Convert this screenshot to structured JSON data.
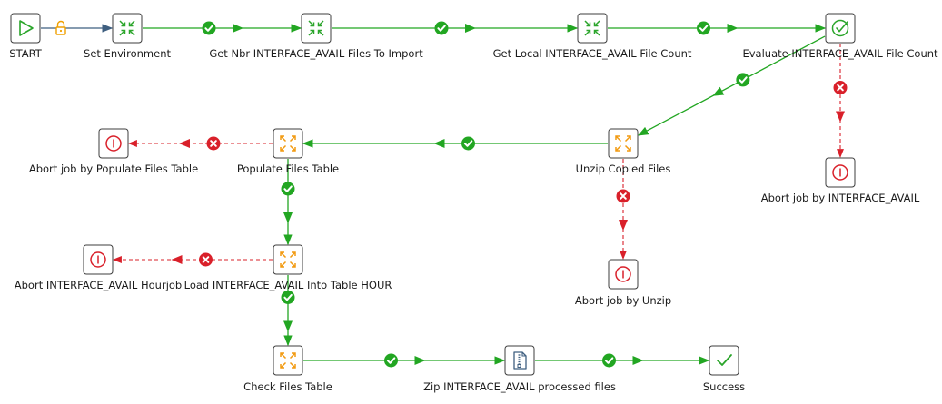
{
  "colors": {
    "success": "#22a622",
    "failure": "#d9202a",
    "unconditional": "#3f5f80",
    "lock": "#f0a000",
    "entry": "#2aa52a",
    "job": "#f29a10",
    "abort": "#d9202a",
    "zip": "#3f5f80"
  },
  "nodes": [
    {
      "id": "start",
      "icon": "start-icon",
      "label": "START"
    },
    {
      "id": "setenv",
      "icon": "job-icon",
      "label": "Set Environment"
    },
    {
      "id": "getnbr",
      "icon": "job-icon",
      "label": "Get Nbr INTERFACE_AVAIL Files To Import"
    },
    {
      "id": "getlocal",
      "icon": "job-icon",
      "label": "Get Local INTERFACE_AVAIL File Count"
    },
    {
      "id": "evaluate",
      "icon": "evaluate-icon",
      "label": "Evaluate INTERFACE_AVAIL File Count"
    },
    {
      "id": "abortavail",
      "icon": "abort-icon",
      "label": "Abort job by INTERFACE_AVAIL"
    },
    {
      "id": "unzip",
      "icon": "trans-icon",
      "label": "Unzip Copied Files"
    },
    {
      "id": "abortunzip",
      "icon": "abort-icon",
      "label": "Abort job by Unzip"
    },
    {
      "id": "populate",
      "icon": "trans-icon",
      "label": "Populate Files Table"
    },
    {
      "id": "abortpopulate",
      "icon": "abort-icon",
      "label": "Abort job by Populate Files Table"
    },
    {
      "id": "load",
      "icon": "trans-icon",
      "label": "Load INTERFACE_AVAIL Into Table HOUR"
    },
    {
      "id": "aborthour",
      "icon": "abort-icon",
      "label": "Abort INTERFACE_AVAIL Hourjob"
    },
    {
      "id": "check",
      "icon": "trans-icon",
      "label": "Check Files Table"
    },
    {
      "id": "zip",
      "icon": "zip-icon",
      "label": "Zip INTERFACE_AVAIL processed files"
    },
    {
      "id": "success",
      "icon": "success-icon",
      "label": "Success"
    }
  ],
  "hops": [
    {
      "from": "start",
      "to": "setenv",
      "type": "unconditional"
    },
    {
      "from": "setenv",
      "to": "getnbr",
      "type": "success"
    },
    {
      "from": "getnbr",
      "to": "getlocal",
      "type": "success"
    },
    {
      "from": "getlocal",
      "to": "evaluate",
      "type": "success"
    },
    {
      "from": "evaluate",
      "to": "unzip",
      "type": "success"
    },
    {
      "from": "evaluate",
      "to": "abortavail",
      "type": "failure"
    },
    {
      "from": "unzip",
      "to": "populate",
      "type": "success"
    },
    {
      "from": "unzip",
      "to": "abortunzip",
      "type": "failure"
    },
    {
      "from": "populate",
      "to": "abortpopulate",
      "type": "failure"
    },
    {
      "from": "populate",
      "to": "load",
      "type": "success"
    },
    {
      "from": "load",
      "to": "aborthour",
      "type": "failure"
    },
    {
      "from": "load",
      "to": "check",
      "type": "success"
    },
    {
      "from": "check",
      "to": "zip",
      "type": "success"
    },
    {
      "from": "zip",
      "to": "success",
      "type": "success"
    }
  ]
}
